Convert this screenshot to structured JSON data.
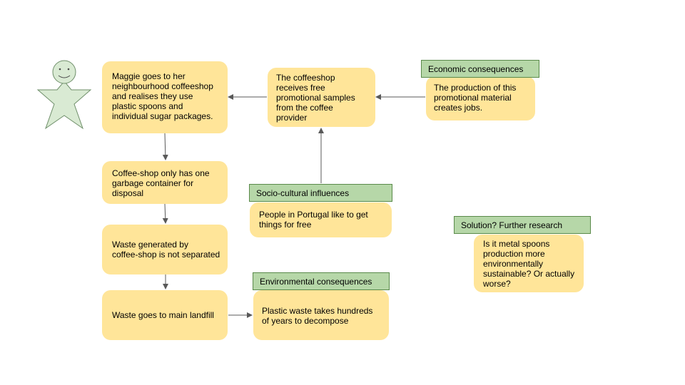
{
  "colors": {
    "node_fill": "#ffe599",
    "label_fill": "#b6d7a8",
    "label_border": "#5a8a4a",
    "arrow": "#595959",
    "actor_fill": "#d9ead3",
    "actor_stroke": "#6f8f6a"
  },
  "actor": {
    "icon": "stick-person-star-icon"
  },
  "nodes": {
    "maggie": "Maggie goes to her\nneighbourhood coffeeshop\nand realises they use\nplastic spoons and\nindividual sugar packages.",
    "garbage": "Coffee-shop only has one\ngarbage container for\ndisposal",
    "waste_not_separated": "Waste generated by\ncoffee-shop is not separated",
    "landfill": "Waste goes to main landfill",
    "plastic_decompose": "Plastic waste takes hundreds\nof years to decompose",
    "free_samples": "The coffeeshop\nreceives free\npromotional samples\nfrom the coffee\nprovider",
    "jobs": "The production of this\npromotional material\ncreates jobs.",
    "portugal": "People in Portugal like to get\nthings for free",
    "metal_spoons": "Is it metal spoons\nproduction more\nenvironmentally\nsustainable? Or actually\nworse?"
  },
  "labels": {
    "economic": "Economic consequences",
    "socio_cultural": "Socio-cultural influences",
    "environmental": "Environmental consequences",
    "solution": "Solution? Further research"
  }
}
